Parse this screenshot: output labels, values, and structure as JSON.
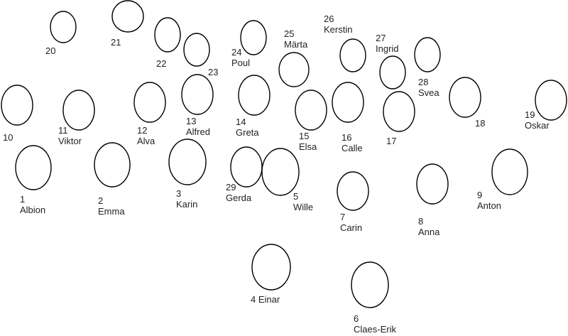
{
  "nodes": [
    {
      "id": "1",
      "number": "1",
      "name": "Albion"
    },
    {
      "id": "2",
      "number": "2",
      "name": "Emma"
    },
    {
      "id": "3",
      "number": "3",
      "name": "Karin"
    },
    {
      "id": "4",
      "number": "4 Einar",
      "name": ""
    },
    {
      "id": "5",
      "number": "5",
      "name": "Wille"
    },
    {
      "id": "6",
      "number": "6",
      "name": "Claes-Erik"
    },
    {
      "id": "7",
      "number": "7",
      "name": "Carin"
    },
    {
      "id": "8",
      "number": "8",
      "name": "Anna"
    },
    {
      "id": "9",
      "number": "9",
      "name": "Anton"
    },
    {
      "id": "10",
      "number": "10",
      "name": ""
    },
    {
      "id": "11",
      "number": "11",
      "name": "Viktor"
    },
    {
      "id": "12",
      "number": "12",
      "name": "Alva"
    },
    {
      "id": "13",
      "number": "13",
      "name": "Alfred"
    },
    {
      "id": "14",
      "number": "14",
      "name": "Greta"
    },
    {
      "id": "15",
      "number": "15",
      "name": "Elsa"
    },
    {
      "id": "16",
      "number": "16",
      "name": "Calle"
    },
    {
      "id": "17",
      "number": "17",
      "name": ""
    },
    {
      "id": "18",
      "number": "18",
      "name": ""
    },
    {
      "id": "19",
      "number": "19",
      "name": "Oskar"
    },
    {
      "id": "20",
      "number": "20",
      "name": ""
    },
    {
      "id": "21",
      "number": "21",
      "name": ""
    },
    {
      "id": "22",
      "number": "22",
      "name": ""
    },
    {
      "id": "23",
      "number": "23",
      "name": ""
    },
    {
      "id": "24",
      "number": "24",
      "name": "Poul"
    },
    {
      "id": "25",
      "number": "25",
      "name": "Märta"
    },
    {
      "id": "26",
      "number": "26",
      "name": "Kerstin"
    },
    {
      "id": "27",
      "number": "27",
      "name": "Ingrid"
    },
    {
      "id": "28",
      "number": "28",
      "name": "Svea"
    },
    {
      "id": "29",
      "number": "29",
      "name": "Gerda"
    }
  ]
}
